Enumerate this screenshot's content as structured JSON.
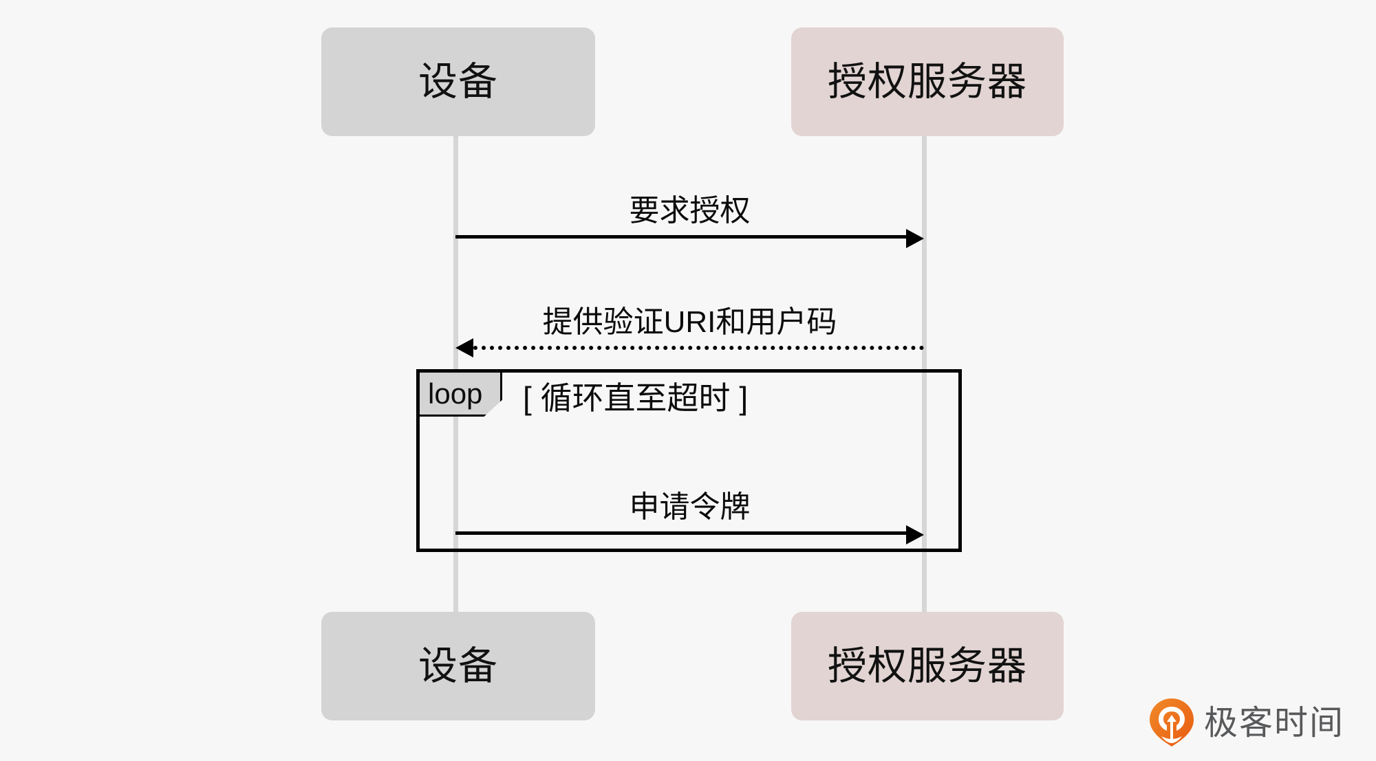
{
  "diagram": {
    "type": "sequence-diagram",
    "background_color": "#f8f7f7",
    "participants": [
      {
        "id": "device",
        "label": "设备",
        "fill": "#d4d4d4",
        "lifeline_color": "#d6d6d6"
      },
      {
        "id": "authsrv",
        "label": "授权服务器",
        "fill": "#e1d4d2",
        "lifeline_color": "#d6d6d6"
      }
    ],
    "messages": [
      {
        "id": "request-auth",
        "label": "要求授权",
        "from": "device",
        "to": "authsrv",
        "style": "solid",
        "direction": "right"
      },
      {
        "id": "provide-uri",
        "label": "提供验证URI和用户码",
        "from": "authsrv",
        "to": "device",
        "style": "dashed",
        "direction": "left"
      },
      {
        "id": "request-token",
        "label": "申请令牌",
        "from": "device",
        "to": "authsrv",
        "style": "solid",
        "direction": "right"
      }
    ],
    "fragments": [
      {
        "id": "loop-timeout",
        "operator": "loop",
        "guard": "[ 循环直至超时 ]",
        "tab_fill": "#d4d4d4",
        "border_color": "#000000",
        "contains": [
          "request-token"
        ]
      }
    ]
  },
  "watermark": {
    "text": "极客时间",
    "logo_icon": "geektime-pin-logo",
    "logo_color": "#ec6c1f",
    "text_color": "#58595b"
  }
}
